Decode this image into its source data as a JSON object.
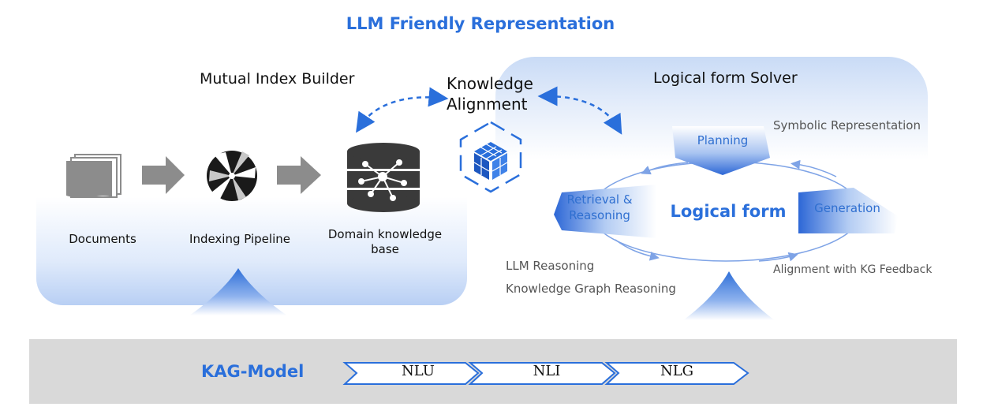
{
  "title": "LLM Friendly Representation",
  "left_panel": {
    "title": "Mutual Index Builder",
    "steps": [
      {
        "label": "Documents",
        "icon": "documents-icon"
      },
      {
        "label": "Indexing Pipeline",
        "icon": "indexing-pipeline-icon"
      },
      {
        "label": "Domain knowledge base",
        "icon": "knowledge-base-icon"
      }
    ]
  },
  "center": {
    "title_line1": "Knowledge",
    "title_line2": "Alignment",
    "icon": "cube-icon"
  },
  "right_panel": {
    "title": "Logical form Solver",
    "planning": "Planning",
    "retrieval_line1": "Retrieval &",
    "retrieval_line2": "Reasoning",
    "generation": "Generation",
    "logical_form": "Logical form",
    "symbolic": "Symbolic Representation",
    "alignment_feedback": "Alignment with KG Feedback",
    "llm_reasoning": "LLM Reasoning",
    "kg_reasoning": "Knowledge Graph Reasoning"
  },
  "bottom": {
    "title": "KAG-Model",
    "stages": [
      "NLU",
      "NLI",
      "NLG"
    ]
  },
  "colors": {
    "accent": "#2a6fdb",
    "panel_blue": "#b8cff4",
    "icon_grey": "#8c8c8c",
    "bar_grey": "#d9d9d9"
  }
}
